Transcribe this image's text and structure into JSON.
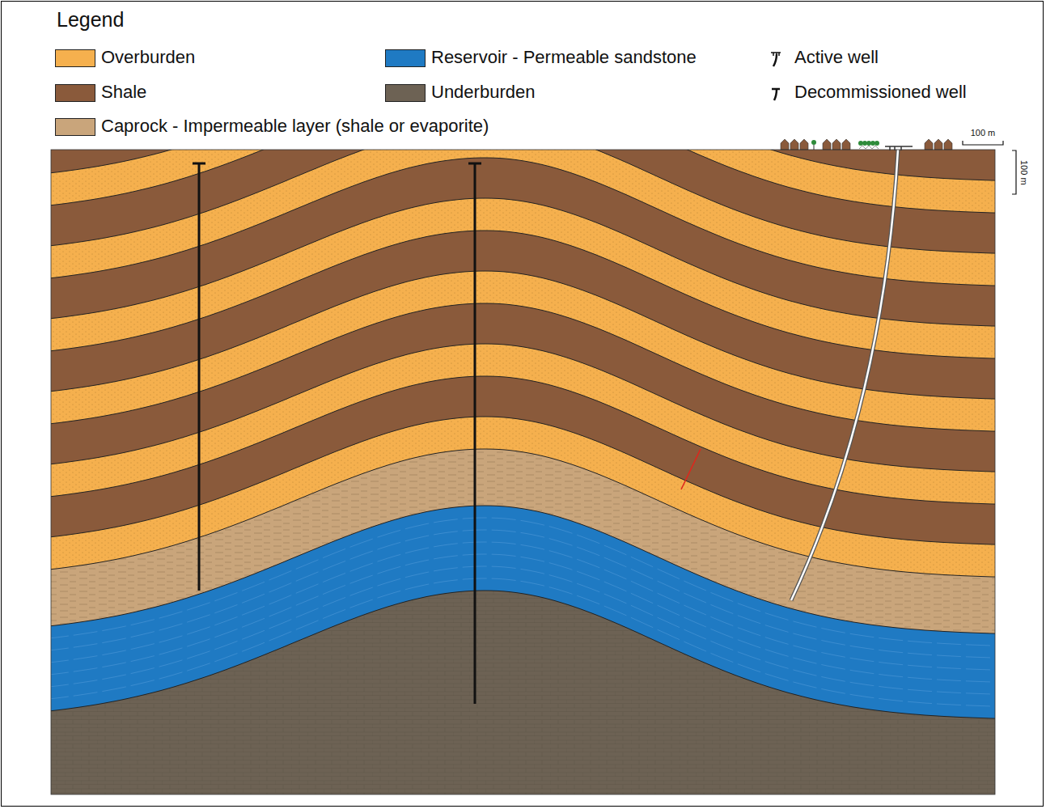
{
  "diagram": {
    "labels": [
      "Legend",
      "100 m",
      "100 m"
    ],
    "legend": [
      {
        "text": "Overburden",
        "color": "#f5b04e"
      },
      {
        "text": "Shale",
        "color": "#8a5a3b"
      },
      {
        "text": "Caprock - Impermeable layer (shale or evaporite)",
        "color": "#c9a57b"
      },
      {
        "text": "Reservoir - Permeable sandstone",
        "color": "#1f7ac3"
      },
      {
        "text": "Underburden",
        "color": "#6d6254"
      },
      {
        "text": "Active well"
      },
      {
        "text": "Decommissioned well"
      }
    ]
  }
}
